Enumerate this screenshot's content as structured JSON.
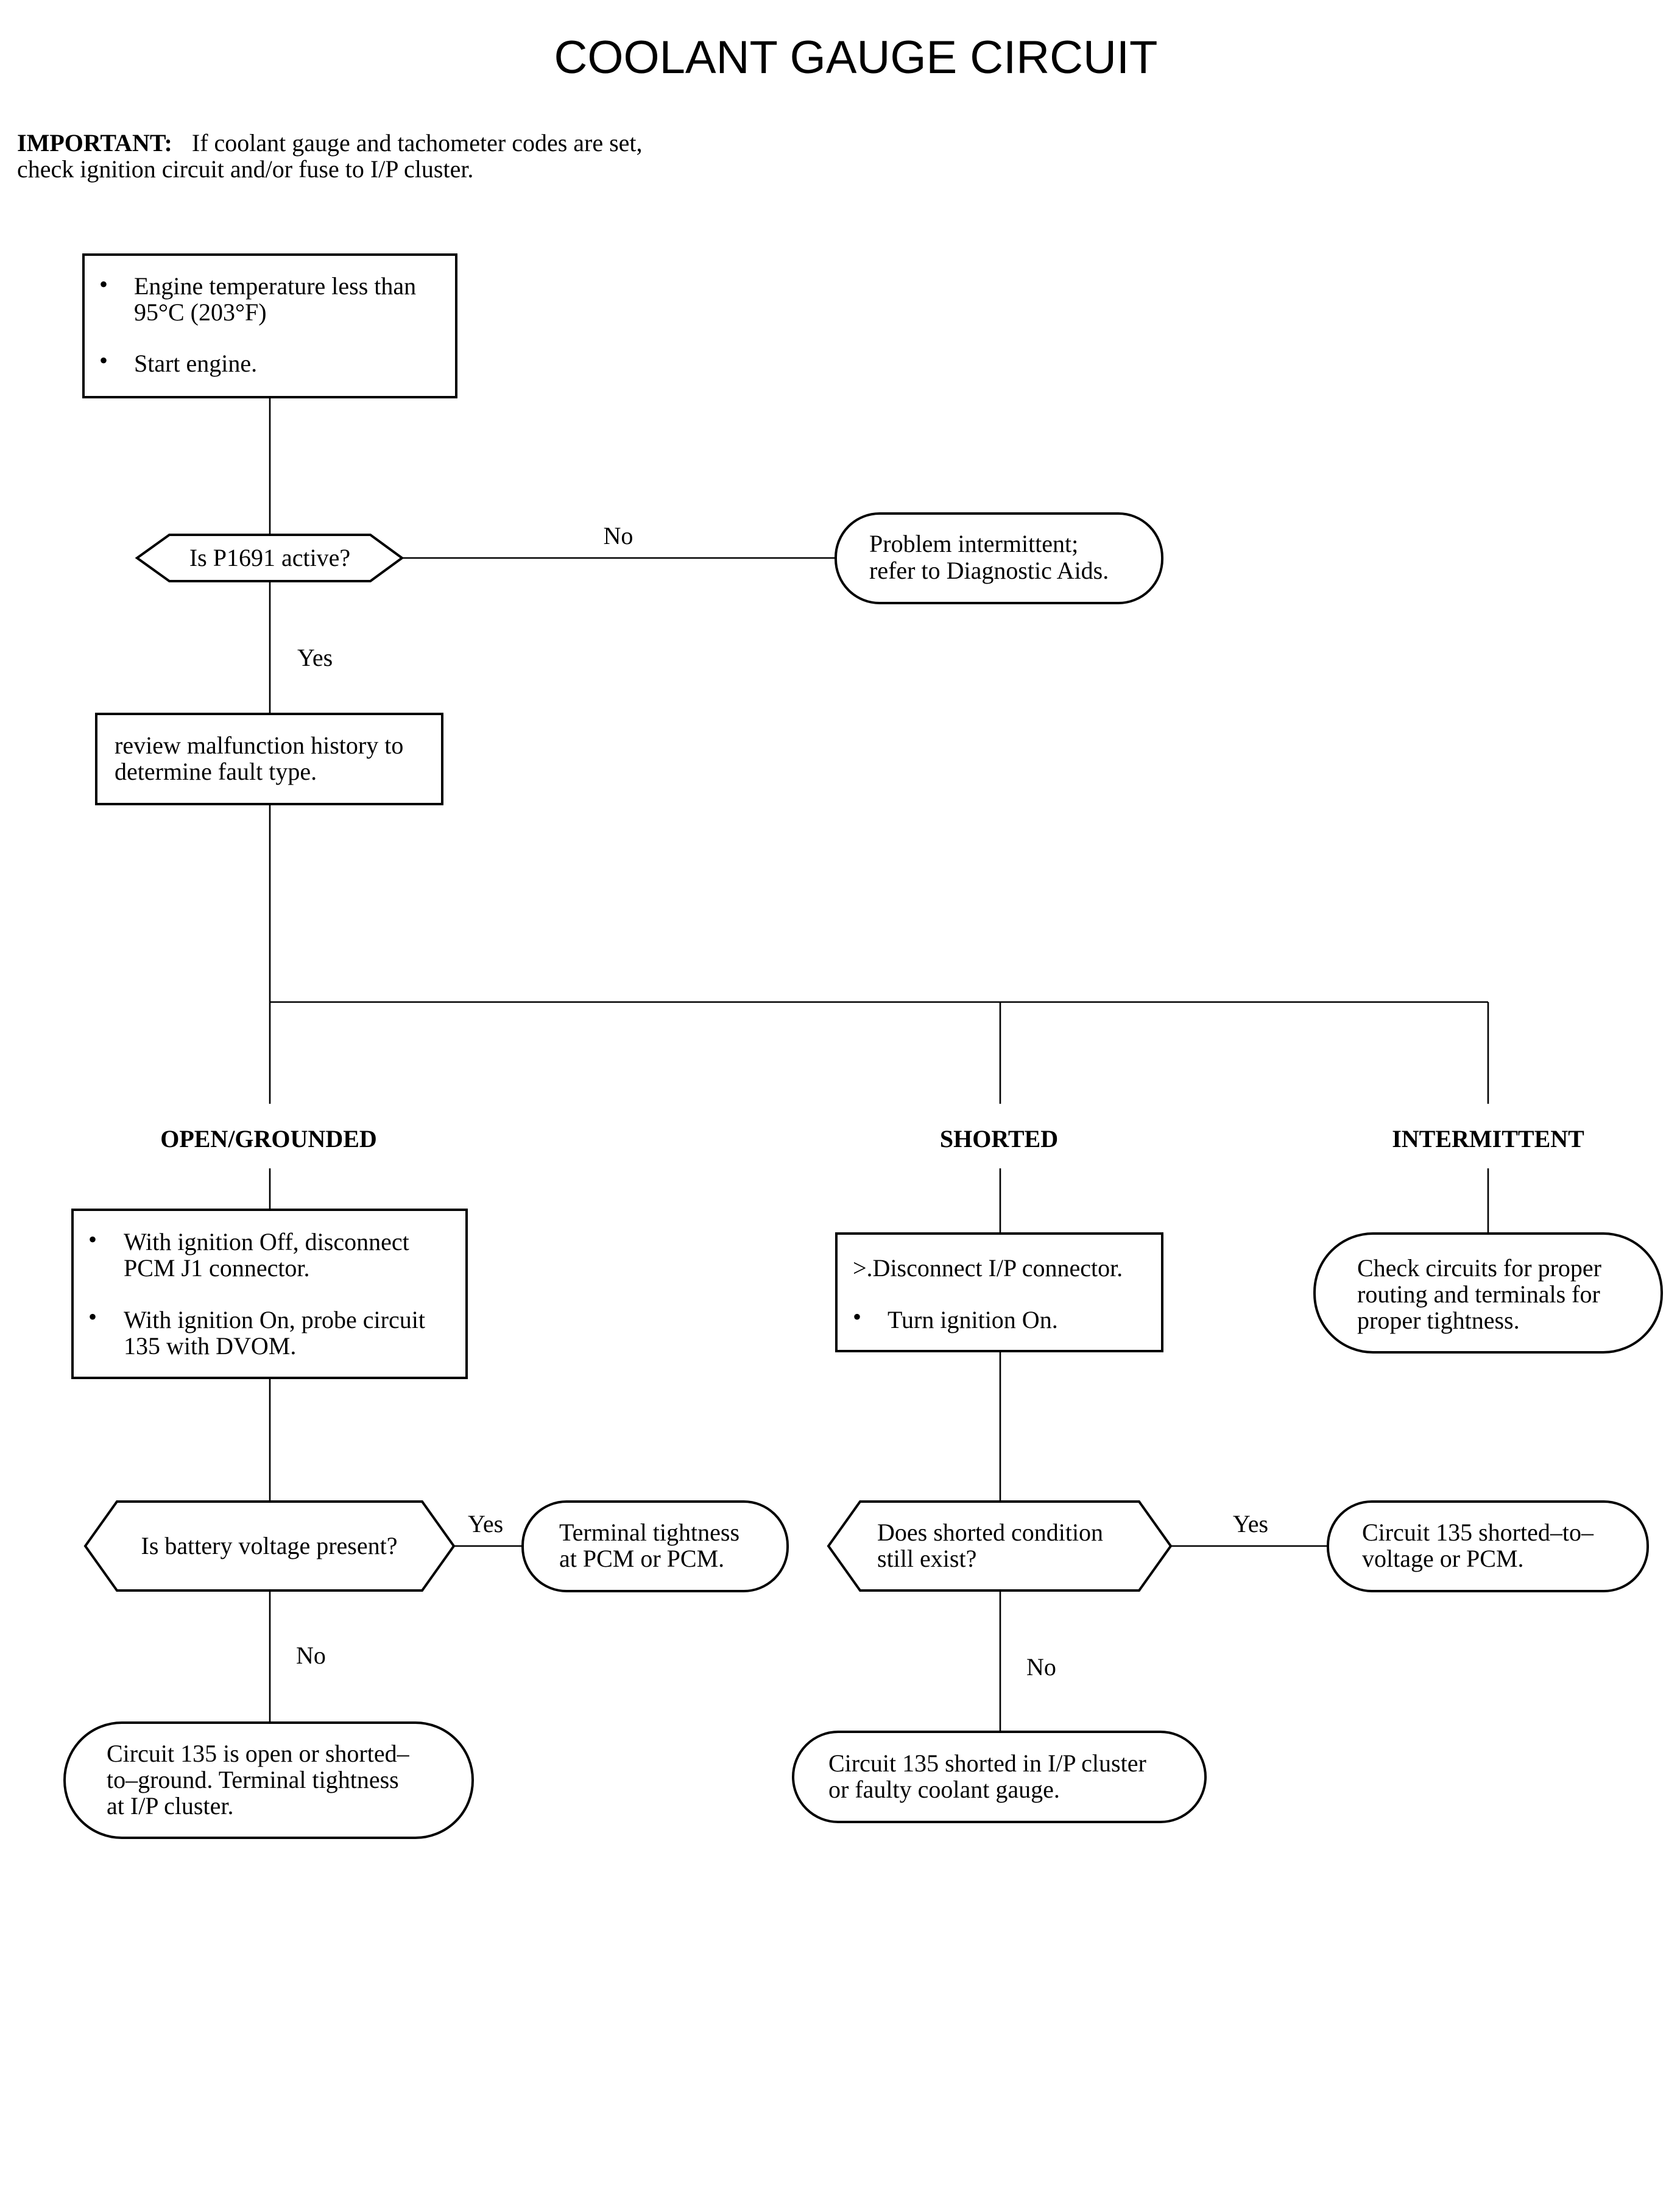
{
  "title": "COOLANT GAUGE CIRCUIT",
  "important": {
    "label": "IMPORTANT:",
    "line1": "If coolant gauge and tachometer codes are set,",
    "line2": "check ignition circuit and/or fuse to I/P cluster."
  },
  "bullet": "•",
  "start_box": {
    "item1_line1": "Engine temperature less than",
    "item1_line2": "95°C (203°F)",
    "item2": "Start engine."
  },
  "decision_p1691": "Is P1691 active?",
  "label_no_1": "No",
  "label_yes_1": "Yes",
  "intermittent_result": {
    "line1": "Problem intermittent;",
    "line2": "refer to Diagnostic Aids."
  },
  "review_box": {
    "line1": "review malfunction history to",
    "line2": "determine fault type."
  },
  "branches": {
    "open_grounded": "OPEN/GROUNDED",
    "shorted": "SHORTED",
    "intermittent": "INTERMITTENT"
  },
  "open_box": {
    "item1_line1": "With ignition Off, disconnect",
    "item1_line2": "PCM J1 connector.",
    "item2_line1": "With ignition On, probe circuit",
    "item2_line2": "135 with DVOM."
  },
  "shorted_box": {
    "line1": ">.Disconnect I/P connector.",
    "item2": "Turn ignition On."
  },
  "intermittent_box": {
    "line1": "Check circuits for proper",
    "line2": "routing and terminals for",
    "line3": "proper tightness."
  },
  "decision_battery": "Is battery voltage present?",
  "label_yes_battery": "Yes",
  "label_no_battery": "No",
  "terminal_box": {
    "line1": "Terminal tightness",
    "line2": "at PCM or PCM."
  },
  "decision_shorted": {
    "line1": "Does shorted condition",
    "line2": "still exist?"
  },
  "label_yes_shorted": "Yes",
  "label_no_shorted": "No",
  "circuit_voltage_box": {
    "line1": "Circuit 135 shorted–to–",
    "line2": "voltage or PCM."
  },
  "circuit_open_box": {
    "line1": "Circuit 135 is open or shorted–",
    "line2": "to–ground. Terminal tightness",
    "line3": "at I/P cluster."
  },
  "circuit_ip_box": {
    "line1": "Circuit 135 shorted in I/P cluster",
    "line2": "or faulty coolant gauge."
  }
}
